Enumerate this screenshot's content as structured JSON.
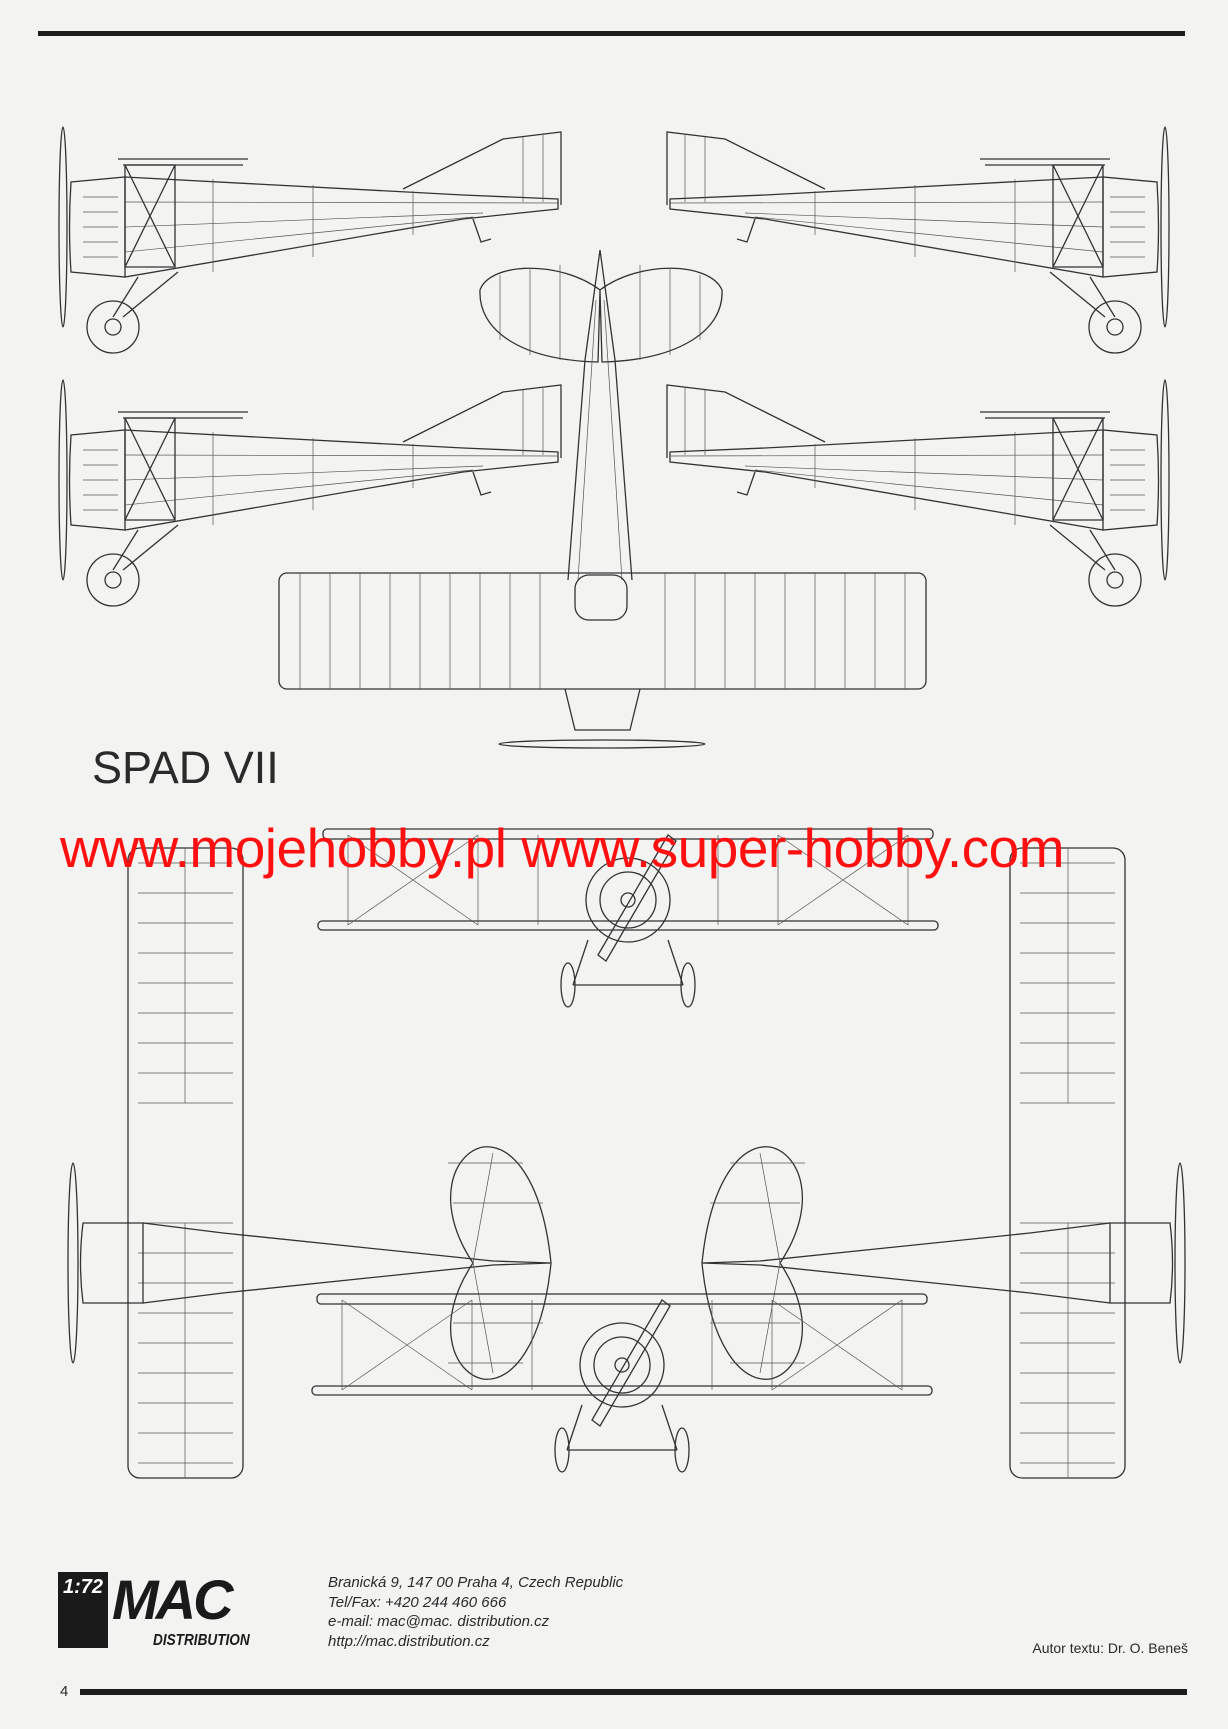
{
  "title": "SPAD VII",
  "watermark": "www.mojehobby.pl www.super-hobby.com",
  "logo": {
    "scale": "1:72",
    "brand": "MAC",
    "sub": "DISTRIBUTION"
  },
  "address": [
    "Branická 9, 147 00 Praha 4, Czech Republic",
    "Tel/Fax: +420 244 460 666",
    "e-mail: mac@mac. distribution.cz",
    "http://mac.distribution.cz"
  ],
  "author": "Autor textu: Dr. O. Beneš",
  "page_number": "4",
  "colors": {
    "watermark": "#ff1010",
    "rules": "#1c1c1c",
    "paper": "#f3f3f1"
  }
}
